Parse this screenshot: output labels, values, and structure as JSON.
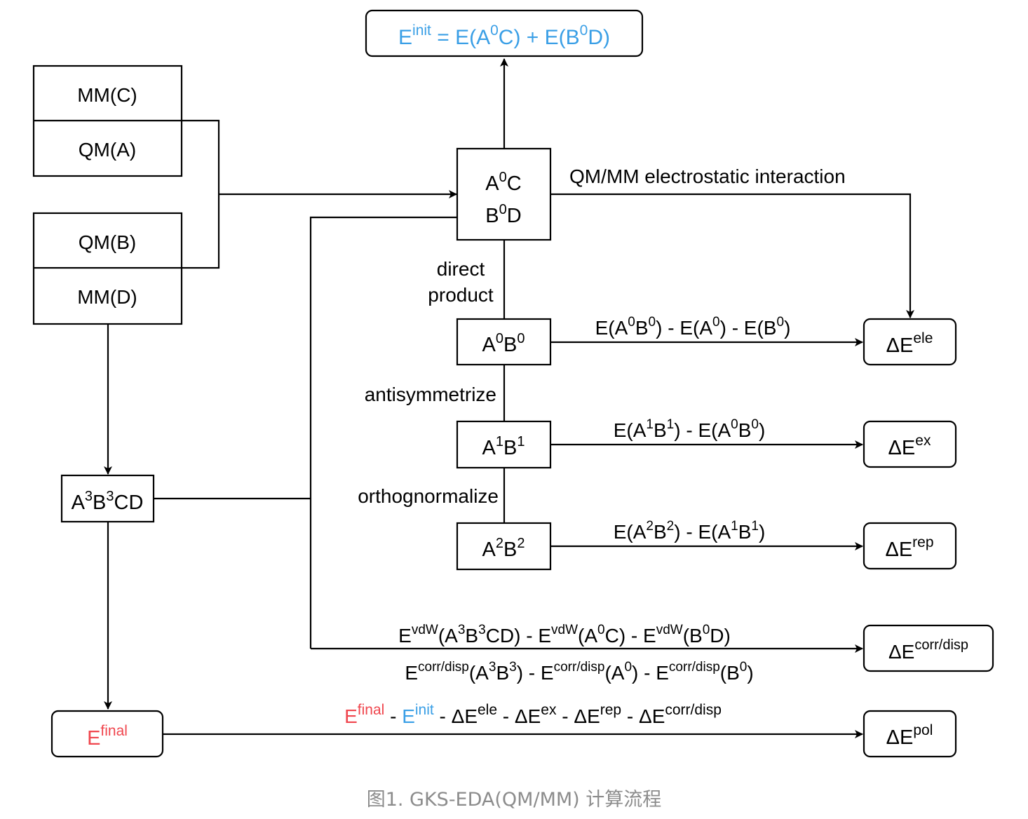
{
  "diagram": {
    "top_formula": {
      "e": "E",
      "sup": "init",
      "rest1": " = E(A",
      "s1": "0",
      "rest2": "C) + E(B",
      "s2": "0",
      "rest3": "D)"
    },
    "mm_c": "MM(C)",
    "qm_a": "QM(A)",
    "qm_b": "QM(B)",
    "mm_d": "MM(D)",
    "a0c": {
      "a": "A",
      "s": "0",
      "b": "C"
    },
    "b0d": {
      "a": "B",
      "s": "0",
      "b": "D"
    },
    "a0b0": {
      "a": "A",
      "s1": "0",
      "b": "B",
      "s2": "0"
    },
    "a1b1": {
      "a": "A",
      "s1": "1",
      "b": "B",
      "s2": "1"
    },
    "a2b2": {
      "a": "A",
      "s1": "2",
      "b": "B",
      "s2": "2"
    },
    "a3b3cd": {
      "a": "A",
      "s1": "3",
      "b": "B",
      "s2": "3",
      "c": "CD"
    },
    "efinal_box": {
      "e": "E",
      "sup": "final"
    },
    "label_qmmm": "QM/MM electrostatic interaction",
    "label_direct_1": "direct",
    "label_direct_2": "product",
    "label_antisym": "antisymmetrize",
    "label_ortho": "orthognormalize",
    "f_ele": {
      "t1": "E(A",
      "s1": "0",
      "t2": "B",
      "s2": "0",
      "t3": ") - E(A",
      "s3": "0",
      "t4": ") - E(B",
      "s4": "0",
      "t5": ")"
    },
    "f_ex": {
      "t1": "E(A",
      "s1": "1",
      "t2": "B",
      "s2": "1",
      "t3": ") - E(A",
      "s3": "0",
      "t4": "B",
      "s4": "0",
      "t5": ")"
    },
    "f_rep": {
      "t1": "E(A",
      "s1": "2",
      "t2": "B",
      "s2": "2",
      "t3": ") - E(A",
      "s3": "1",
      "t4": "B",
      "s4": "1",
      "t5": ")"
    },
    "f_vdw": {
      "e1": "E",
      "v1": "vdW",
      "t1": "(A",
      "s1": "3",
      "t2": "B",
      "s2": "3",
      "t3": "CD) - E",
      "v2": "vdW",
      "t4": "(A",
      "s3": "0",
      "t5": "C) - E",
      "v3": "vdW",
      "t6": "(B",
      "s4": "0",
      "t7": "D)"
    },
    "f_corr": {
      "e1": "E",
      "c1": "corr/disp",
      "t1": "(A",
      "s1": "3",
      "t2": "B",
      "s2": "3",
      "t3": ") - E",
      "c2": "corr/disp",
      "t4": "(A",
      "s3": "0",
      "t5": ") - E",
      "c3": "corr/disp",
      "t6": "(B",
      "s4": "0",
      "t7": ")"
    },
    "f_pol": {
      "e1": "E",
      "p1": "final",
      "m1": " - ",
      "e2": "E",
      "p2": "init",
      "m2": " - ΔE",
      "p3": "ele",
      "m3": " - ΔE",
      "p4": "ex",
      "m4": " - ΔE",
      "p5": "rep",
      "m5": " - ΔE",
      "p6": "corr/disp"
    },
    "d_ele": {
      "d": "ΔE",
      "s": "ele"
    },
    "d_ex": {
      "d": "ΔE",
      "s": "ex"
    },
    "d_rep": {
      "d": "ΔE",
      "s": "rep"
    },
    "d_corr": {
      "d": "ΔE",
      "s": "corr/disp"
    },
    "d_pol": {
      "d": "ΔE",
      "s": "pol"
    }
  },
  "colors": {
    "init": "#3a9fe6",
    "final": "#f0464e",
    "caption": "#8c8c8c"
  },
  "caption": "图1. GKS-EDA(QM/MM) 计算流程"
}
